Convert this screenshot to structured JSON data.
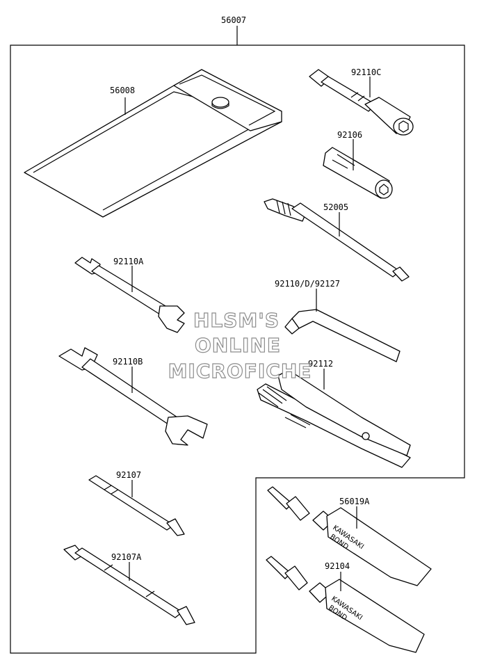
{
  "parts": {
    "set": "56007",
    "pouch": "56008",
    "box_wrench": "92110C",
    "plug_adapter": "92106",
    "handle_bar": "52005",
    "wrench_a": "92110A",
    "hex_wrench": "92110/D/92127",
    "wrench_b": "92110B",
    "pliers": "92112",
    "screwdriver": "92107",
    "screwdriver_grip": "92107A",
    "bond_a": "56019A",
    "bond_b": "92104"
  },
  "tube_text": {
    "brand": "KAWASAKI",
    "product": "BOND"
  },
  "watermark": {
    "line1": "HLSM'S",
    "line2": "ONLINE",
    "line3": "MICROFICHE"
  }
}
